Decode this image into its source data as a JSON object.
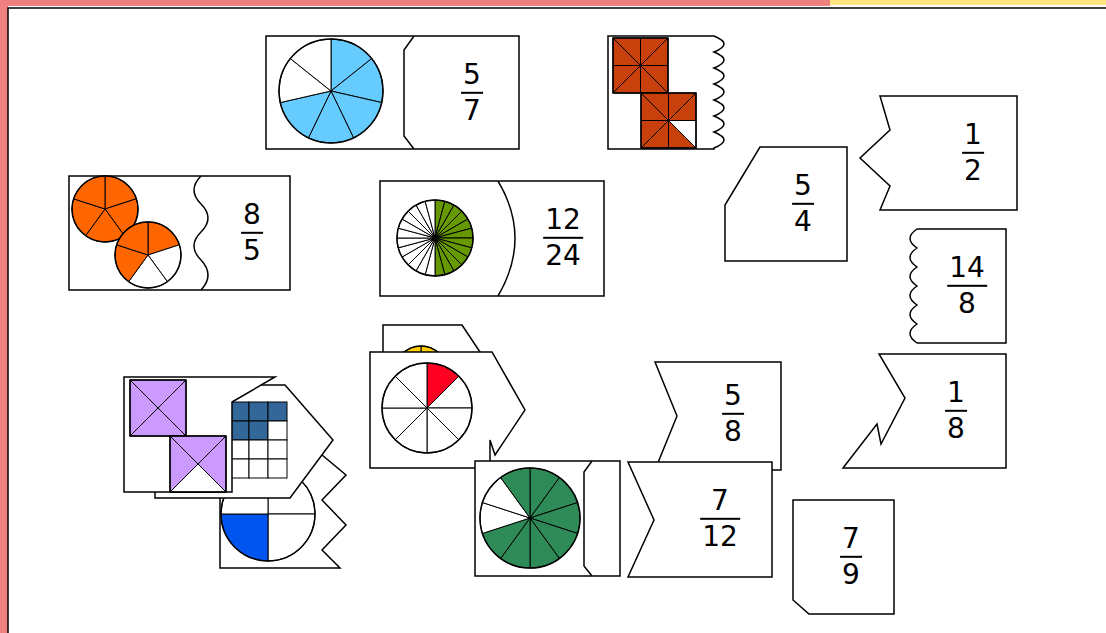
{
  "diagram": {
    "nodes": [
      {
        "text": [
          "5",
          "7"
        ]
      },
      {
        "text": [
          "1",
          "2"
        ]
      },
      {
        "text": [
          "8",
          "5"
        ]
      },
      {
        "text": [
          "12",
          "24"
        ]
      },
      {
        "text": [
          "5",
          "4"
        ]
      },
      {
        "text": [
          "14",
          "8"
        ]
      },
      {
        "text": [
          "5",
          "8"
        ]
      },
      {
        "text": [
          "1",
          "8"
        ]
      },
      {
        "text": [
          "7",
          "12"
        ]
      },
      {
        "text": [
          "7",
          "9"
        ]
      }
    ]
  }
}
